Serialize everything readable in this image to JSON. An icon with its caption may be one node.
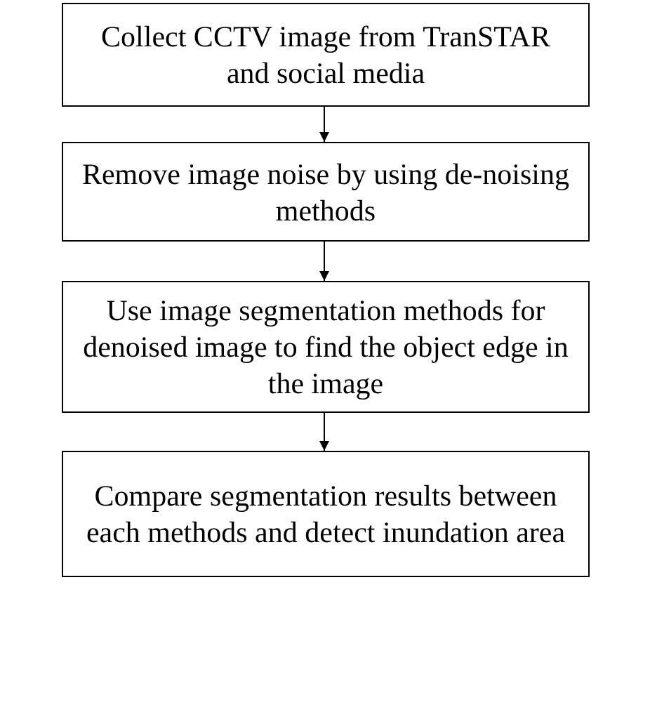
{
  "diagram": {
    "nodes": [
      {
        "text": [
          "Collect CCTV image from TranSTAR and social media"
        ]
      },
      {
        "text": [
          "Remove image noise by using de-noising methods"
        ]
      },
      {
        "text": [
          "Use image segmentation methods for denoised image to find the object edge in the image"
        ]
      },
      {
        "text": [
          "Compare segmentation results between each methods and detect inundation area"
        ]
      }
    ],
    "edges": [
      {
        "from": 0,
        "to": 1,
        "arrow": "to"
      },
      {
        "from": 1,
        "to": 2,
        "arrow": "to"
      },
      {
        "from": 2,
        "to": 3,
        "arrow": "to"
      }
    ]
  }
}
